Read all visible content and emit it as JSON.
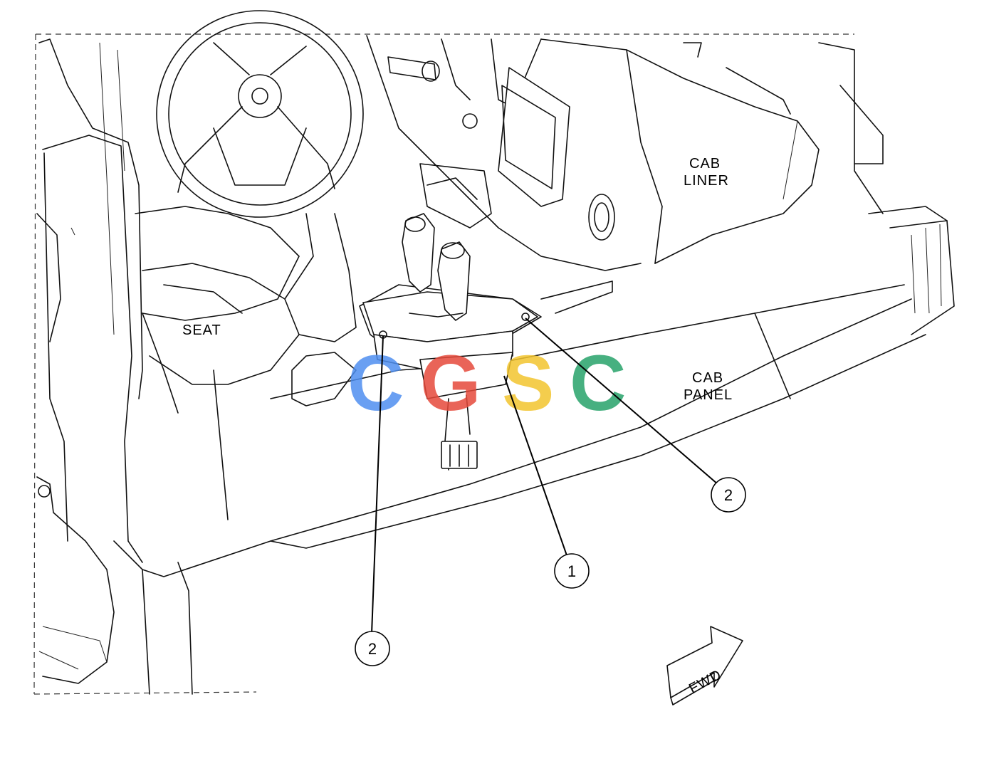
{
  "labels": {
    "cab_liner_line1": "CAB",
    "cab_liner_line2": "LINER",
    "seat": "SEAT",
    "cab_panel_line1": "CAB",
    "cab_panel_line2": "PANEL",
    "fwd": "FWD"
  },
  "callouts": [
    {
      "number": "1"
    },
    {
      "number": "2"
    },
    {
      "number": "2"
    }
  ],
  "watermark": {
    "text": "CGSC",
    "colors": [
      "#4f8ff0",
      "#e64a3b",
      "#f3c52f",
      "#27a36a"
    ]
  }
}
